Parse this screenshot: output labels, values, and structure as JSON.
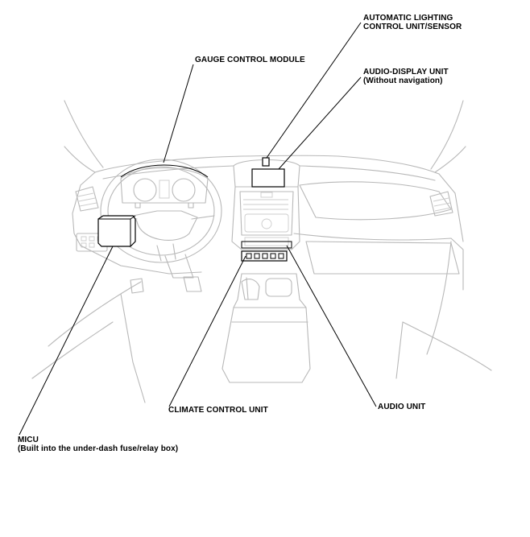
{
  "labels": {
    "auto_lighting_line1": "AUTOMATIC LIGHTING",
    "auto_lighting_line2": "CONTROL UNIT/SENSOR",
    "gauge_control_module": "GAUGE CONTROL MODULE",
    "audio_display_line1": "AUDIO-DISPLAY UNIT",
    "audio_display_line2": "(Without navigation)",
    "climate_control_unit": "CLIMATE CONTROL UNIT",
    "audio_unit": "AUDIO UNIT",
    "micu_line1": "MICU",
    "micu_line2": "(Built into the under-dash fuse/relay box)"
  }
}
